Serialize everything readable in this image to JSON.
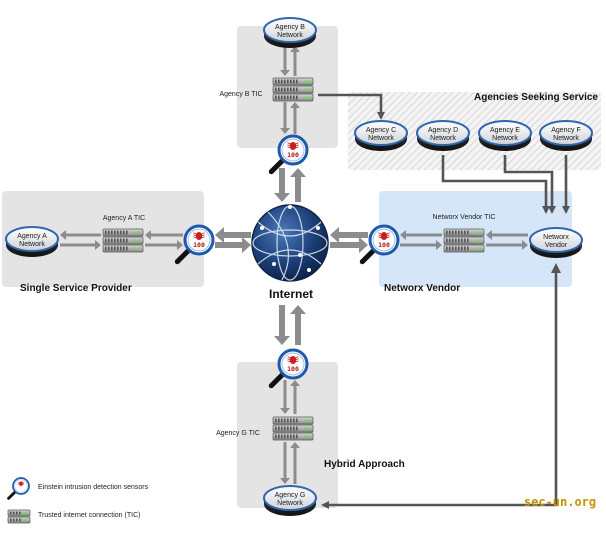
{
  "zones": {
    "single_provider": "Single Service Provider",
    "networx_vendor": "Networx Vendor",
    "agencies_seeking": "Agencies Seeking Service",
    "hybrid": "Hybrid Approach"
  },
  "internet": "Internet",
  "tic_labels": {
    "agency_b": "Agency B TIC",
    "agency_a": "Agency A TIC",
    "networx": "Networx Vendor TIC",
    "agency_g": "Agency G TIC"
  },
  "networks": {
    "agency_b": [
      "Agency B",
      "Network"
    ],
    "agency_a": [
      "Agency A",
      "Network"
    ],
    "agency_c": [
      "Agency C",
      "Network"
    ],
    "agency_d": [
      "Agency D",
      "Network"
    ],
    "agency_e": [
      "Agency E",
      "Network"
    ],
    "agency_f": [
      "Agency F",
      "Network"
    ],
    "networx_vendor": [
      "Networx",
      "Vendor"
    ],
    "agency_g": [
      "Agency G",
      "Network"
    ]
  },
  "legend": {
    "sensor": "Einstein intrusion detection sensors",
    "tic": "Trusted internet connection (TIC)"
  },
  "sensor_value": "100",
  "watermark": "sec-un.org",
  "colors": {
    "zone_gray": "#e4e4e4",
    "zone_blue": "#d4e6f8",
    "arrow": "#8c8c8c",
    "line_dark": "#555555",
    "globe": "#1c3f78"
  }
}
